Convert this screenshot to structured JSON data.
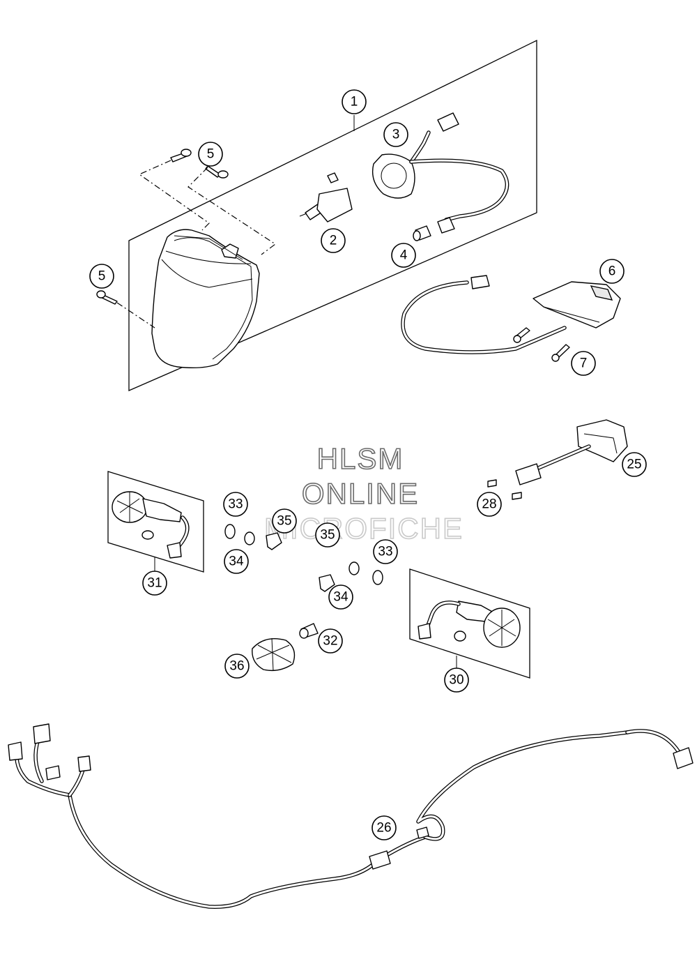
{
  "watermark": {
    "line1": "HLSM",
    "line2": "ONLINE",
    "line3": "MICROFICHE"
  },
  "callouts": {
    "c1": "1",
    "c2": "2",
    "c3": "3",
    "c4": "4",
    "c5a": "5",
    "c5b": "5",
    "c6": "6",
    "c7": "7",
    "c25": "25",
    "c26": "26",
    "c28": "28",
    "c30": "30",
    "c31": "31",
    "c32": "32",
    "c33a": "33",
    "c33b": "33",
    "c34a": "34",
    "c34b": "34",
    "c35a": "35",
    "c35b": "35",
    "c36": "36"
  }
}
